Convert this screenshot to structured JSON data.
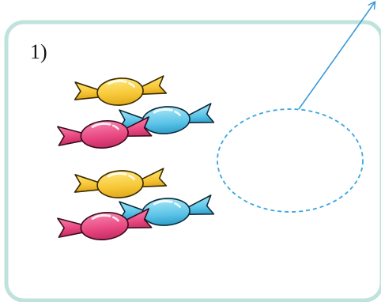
{
  "problem": {
    "number_label": "1)"
  },
  "colors": {
    "panel_border": "#bfe3dc",
    "panel_fill": "#ffffff",
    "arrow": "#3a9ad9",
    "answer_circle": "#3aa6e0",
    "candy_yellow": "#f7c737",
    "candy_pink": "#e8467f",
    "candy_blue": "#5cc4e8"
  },
  "candy_groups": [
    {
      "name": "group-1",
      "candies": [
        "yellow",
        "pink",
        "blue"
      ]
    },
    {
      "name": "group-2",
      "candies": [
        "yellow",
        "pink",
        "blue"
      ]
    }
  ],
  "answer_area": {
    "shape": "dashed-circle",
    "content": ""
  }
}
